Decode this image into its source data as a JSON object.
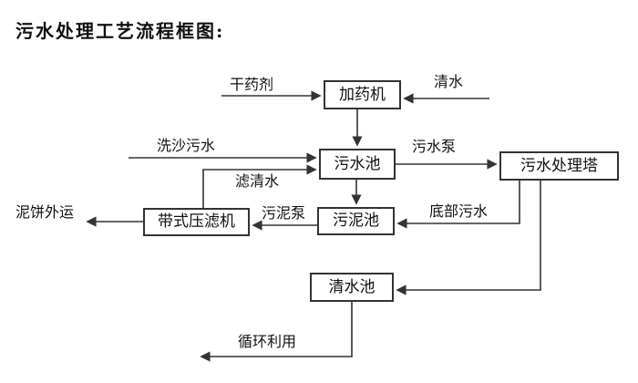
{
  "title": "污水处理工艺流程框图:",
  "diagram": {
    "nodes": {
      "dosing_machine": "加药机",
      "sewage_pool": "污水池",
      "treatment_tower": "污水处理塔",
      "sludge_pool": "污泥池",
      "belt_filter_press": "带式压滤机",
      "clean_water_pool": "清水池"
    },
    "flow_labels": {
      "dry_chemical": "干药剂",
      "clean_water": "清水",
      "sand_washing_sewage": "洗沙污水",
      "sewage_pump": "污水泵",
      "filtered_water": "滤清水",
      "mud_cake_out": "泥饼外运",
      "sludge_pump": "污泥泵",
      "bottom_sewage": "底部污水",
      "recycling": "循环利用"
    },
    "colors": {
      "line": "#333333",
      "text": "#111111",
      "background": "#ffffff"
    }
  }
}
